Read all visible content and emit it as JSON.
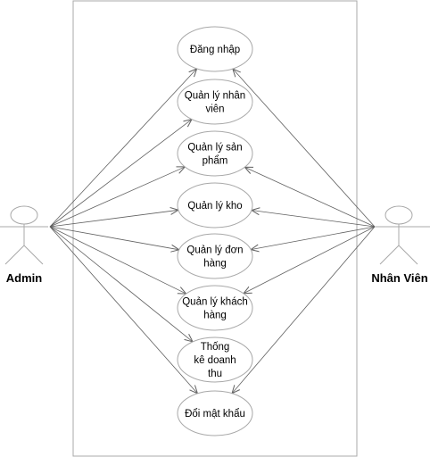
{
  "actors": {
    "admin": {
      "label": "Admin"
    },
    "staff": {
      "label": "Nhân Viên"
    }
  },
  "use_cases": [
    {
      "id": "dang-nhap",
      "lines": [
        "Đăng nhập"
      ],
      "admin": true,
      "staff": true
    },
    {
      "id": "quan-ly-nhan-vien",
      "lines": [
        "Quản lý  nhân",
        "viên"
      ],
      "admin": true,
      "staff": false
    },
    {
      "id": "quan-ly-san-pham",
      "lines": [
        "Quản lý sản",
        "phẩm"
      ],
      "admin": true,
      "staff": true
    },
    {
      "id": "quan-ly-kho",
      "lines": [
        "Quản lý kho"
      ],
      "admin": true,
      "staff": true
    },
    {
      "id": "quan-ly-don-hang",
      "lines": [
        "Quản lý đơn",
        "hàng"
      ],
      "admin": true,
      "staff": true
    },
    {
      "id": "quan-ly-khach-hang",
      "lines": [
        "Quản lý khách",
        "hàng"
      ],
      "admin": true,
      "staff": true
    },
    {
      "id": "thong-ke-doanh-thu",
      "lines": [
        "Thống",
        "kê doanh",
        "thu"
      ],
      "admin": true,
      "staff": false
    },
    {
      "id": "doi-mat-khau",
      "lines": [
        "Đổi mật khẩu"
      ],
      "admin": true,
      "staff": true
    }
  ],
  "colors": {
    "stroke": "#a8a8a8",
    "arrow": "#606060",
    "text": "#000000"
  }
}
